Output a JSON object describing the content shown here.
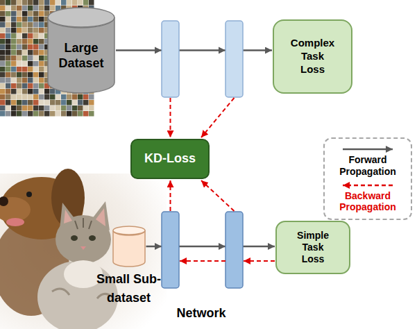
{
  "diagram": {
    "nodes": [
      {
        "text": [
          "Large Dataset"
        ]
      },
      {
        "text": [
          "Complex Task Loss"
        ]
      },
      {
        "text": [
          "KD-Loss"
        ]
      },
      {
        "text": [
          "Small Sub-dataset"
        ]
      },
      {
        "text": [
          "Simple Task Loss"
        ]
      }
    ],
    "edges": [
      {
        "from": 0,
        "to": 1,
        "arrow": "to"
      },
      {
        "from": 3,
        "to": 4,
        "arrow": "to"
      }
    ],
    "labels": [
      "Network"
    ],
    "legend": [
      {
        "text": "Forward Propagation"
      },
      {
        "text": "Backward Propagation"
      }
    ]
  }
}
